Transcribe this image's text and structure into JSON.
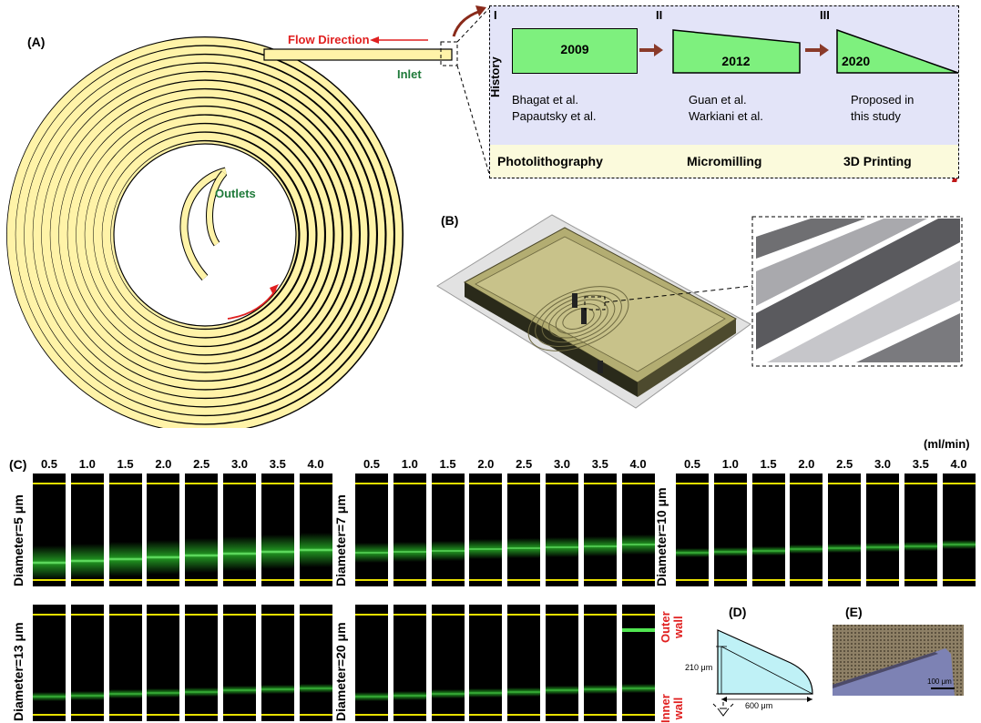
{
  "panels": {
    "a": "(A)",
    "b": "(B)",
    "c": "(C)",
    "d": "(D)",
    "e": "(E)"
  },
  "spiral": {
    "flow_direction": "Flow Direction",
    "inlet": "Inlet",
    "outlets": "Outlets",
    "colors": {
      "channel": "#fff3a8",
      "arrow": "#e02020",
      "label_green": "#1f7a3a"
    }
  },
  "history": {
    "label": "History",
    "stages": [
      {
        "roman": "I",
        "year": "2009",
        "authors": [
          "Bhagat et al.",
          "Papautsky et al."
        ],
        "method": "Photolithography"
      },
      {
        "roman": "II",
        "year": "2012",
        "authors": [
          "Guan et al.",
          "Warkiani et al."
        ],
        "method": "Micromilling"
      },
      {
        "roman": "III",
        "year": "2020",
        "authors": [
          "Proposed in",
          "this study"
        ],
        "method": "3D Printing"
      }
    ],
    "colors": {
      "shape": "#7ef07e",
      "arrow": "#8a3a2a",
      "bg": "#e3e4f8",
      "method_bg": "#fbfadc"
    }
  },
  "experiment": {
    "unit": "(ml/min)",
    "flow_rates": [
      "0.5",
      "1.0",
      "1.5",
      "2.0",
      "2.5",
      "3.0",
      "3.5",
      "4.0"
    ],
    "groups": [
      {
        "label": "Diameter=5 μm",
        "band_level": 0.2,
        "band_spread": "wide"
      },
      {
        "label": "Diameter=7 μm",
        "band_level": 0.3,
        "band_spread": "medium"
      },
      {
        "label": "Diameter=10 μm",
        "band_level": 0.3,
        "band_spread": "narrow"
      },
      {
        "label": "Diameter=13 μm",
        "band_level": 0.2,
        "band_spread": "narrow"
      },
      {
        "label": "Diameter=20 μm",
        "band_level": 0.2,
        "band_spread": "narrow"
      }
    ],
    "outer_wall": [
      "Outer",
      "wall"
    ],
    "inner_wall": [
      "Inner",
      "wall"
    ],
    "colors": {
      "wall_line": "#e8e000",
      "particle": "#39ff39"
    }
  },
  "cross_section": {
    "height_label": "210 μm",
    "width_label": "600 μm"
  },
  "micrograph": {
    "scale_bar": "100 μm"
  }
}
